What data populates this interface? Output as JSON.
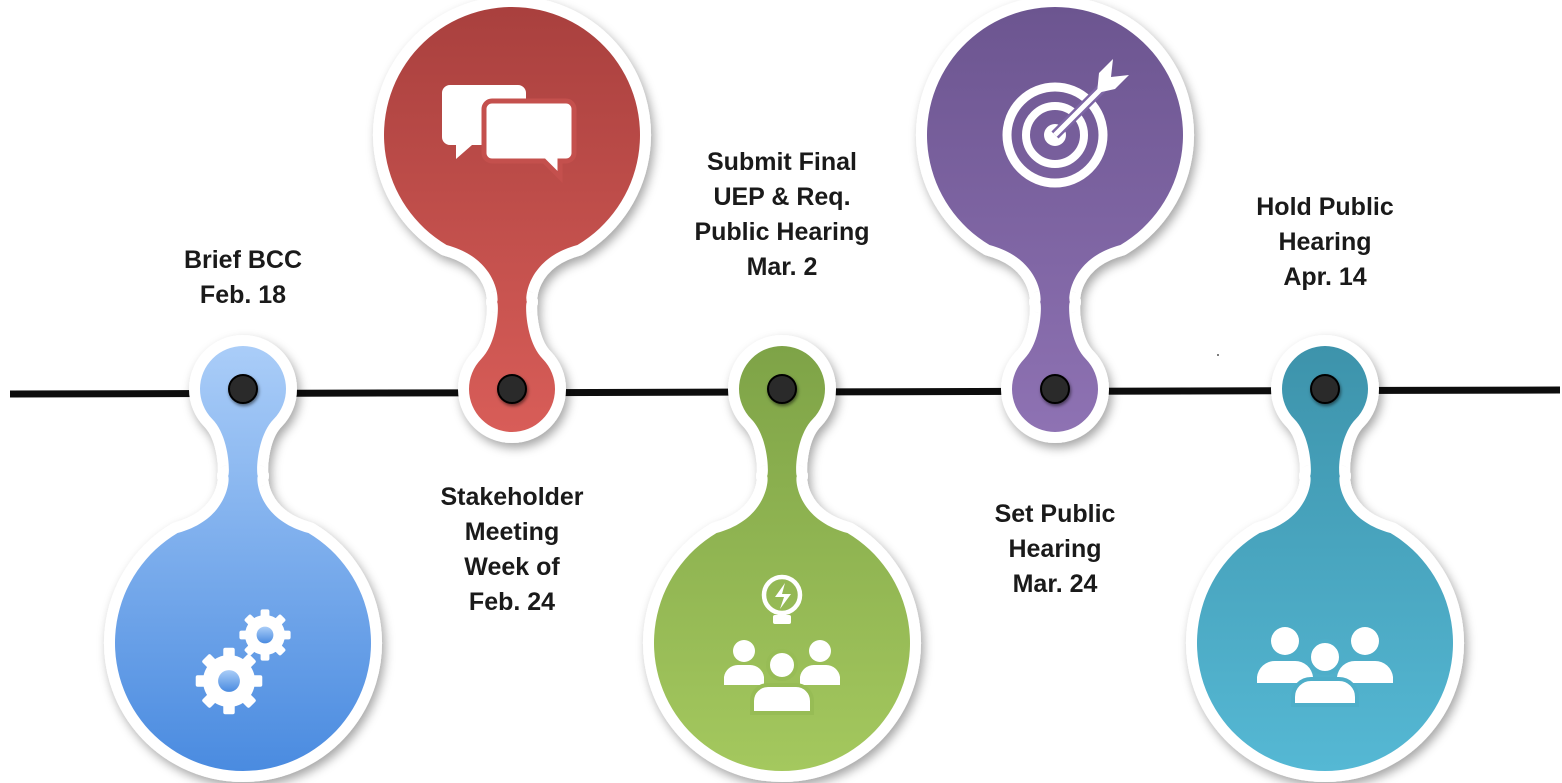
{
  "colors": {
    "timeline": "#0d0d0d",
    "node_center": "#2a2a2a",
    "outline": "#ffffff"
  },
  "milestones": [
    {
      "id": "brief-bcc",
      "lines": [
        "Brief BCC",
        "Feb. 18"
      ],
      "icon": "gears-icon",
      "bubble_side": "below",
      "color_top": "#aacdf8",
      "color_bottom": "#4a8be0"
    },
    {
      "id": "stakeholder-meeting",
      "lines": [
        "Stakeholder",
        "Meeting",
        "Week of",
        "Feb. 24"
      ],
      "icon": "chat-bubbles-icon",
      "bubble_side": "above",
      "color_top": "#a9403e",
      "color_bottom": "#d85d58"
    },
    {
      "id": "submit-final-uep",
      "lines": [
        "Submit Final",
        "UEP & Req.",
        "Public Hearing",
        "Mar. 2"
      ],
      "icon": "idea-team-icon",
      "bubble_side": "below",
      "color_top": "#7ea347",
      "color_bottom": "#a4c85e"
    },
    {
      "id": "set-public-hearing",
      "lines": [
        "Set Public",
        "Hearing",
        "Mar. 24"
      ],
      "icon": "target-icon",
      "bubble_side": "above",
      "color_top": "#6c5590",
      "color_bottom": "#8e72b3"
    },
    {
      "id": "hold-public-hearing",
      "lines": [
        "Hold Public",
        "Hearing",
        "Apr. 14"
      ],
      "icon": "people-group-icon",
      "bubble_side": "below",
      "color_top": "#3d93ab",
      "color_bottom": "#55b8d4"
    }
  ]
}
